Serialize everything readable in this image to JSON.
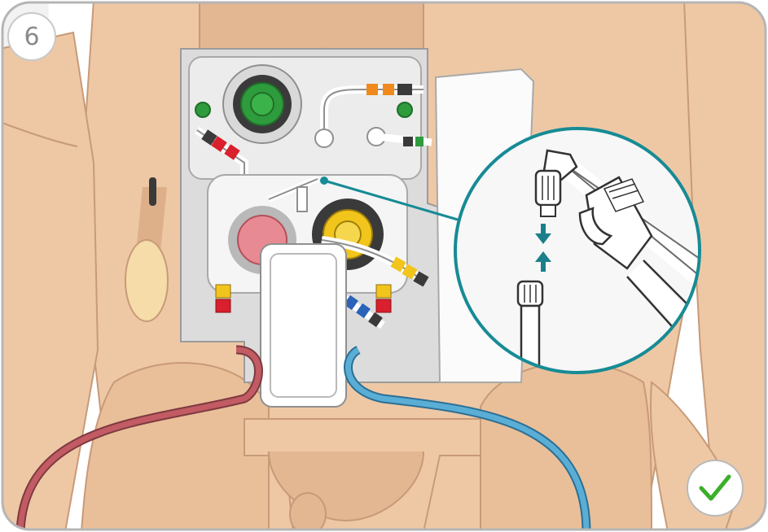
{
  "step": {
    "number": "6"
  },
  "status": {
    "icon": "checkmark-icon",
    "color": "#3dae2b",
    "meaning": "correct"
  },
  "colors": {
    "frame_border": "#b5b5b5",
    "skin": "#eec8a5",
    "callout_ring": "#178b95",
    "arrow": "#1a7f8b",
    "arterial_tube": "#c25b63",
    "venous_tube": "#5aaed6",
    "valve_green": "#2e9b3c",
    "valve_yellow": "#f2c51c",
    "valve_red": "#e88a93"
  },
  "callout": {
    "subject": "luer-connector-join",
    "arrows": [
      "down-arrow-icon",
      "up-arrow-icon"
    ]
  }
}
